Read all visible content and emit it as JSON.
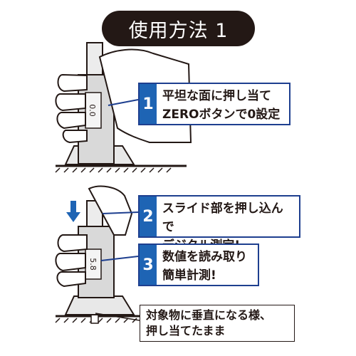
{
  "title": "使用方法 1",
  "steps": [
    {
      "number": "1",
      "lines": [
        "平坦な面に押し当て",
        "ZEROボタンで0設定"
      ]
    },
    {
      "number": "2",
      "lines": [
        "スライド部を押し込んで",
        "デジタル測定!"
      ]
    },
    {
      "number": "3",
      "lines": [
        "数値を読み取り",
        "簡単計測!"
      ]
    }
  ],
  "note": {
    "lines": [
      "対象物に垂直になる様、",
      "押し当てたまま"
    ]
  },
  "illustrations": {
    "top_display": "0.0",
    "bottom_display": "5.8"
  },
  "colors": {
    "title_bg": "#231815",
    "accent_blue": "#1e64b4",
    "border_blue": "#1e3f8f"
  }
}
